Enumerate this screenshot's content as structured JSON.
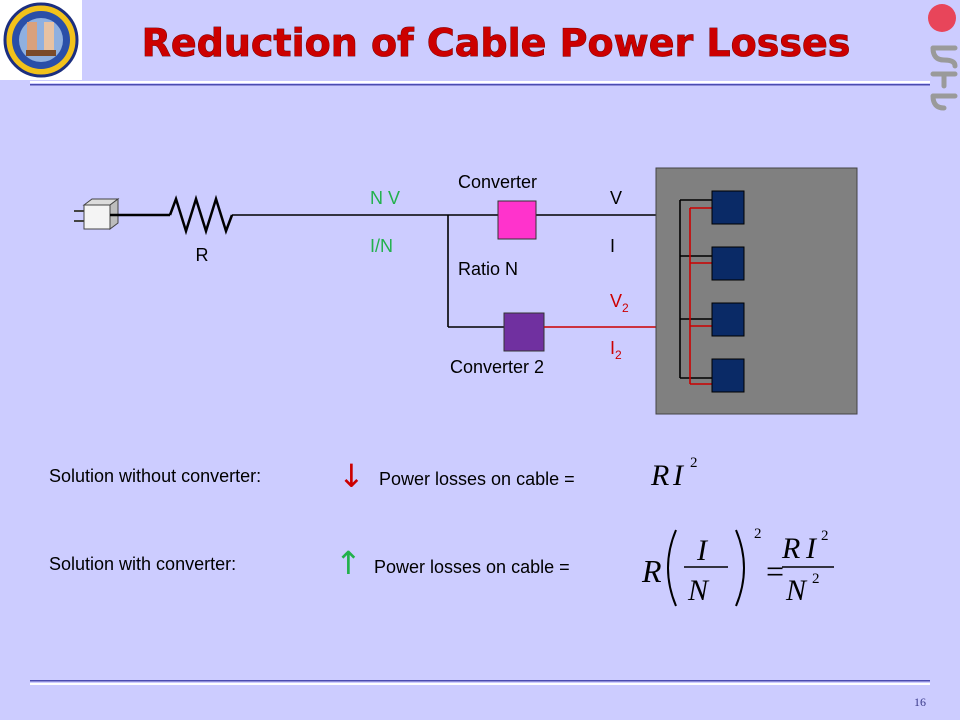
{
  "slide": {
    "title": "Reduction of Cable Power Losses",
    "page_number": "16",
    "colors": {
      "background": "#ccccff",
      "title": "#cc0000",
      "green": "#22b14c",
      "red": "#cc0000",
      "box": "#808080"
    }
  },
  "diagram": {
    "resistor_label": "R",
    "voltage_in": "N V",
    "current_in": "I/N",
    "converter_label": "Converter",
    "ratio_label": "Ratio N",
    "converter2_label": "Converter 2",
    "voltage_out": "V",
    "current_out": "I",
    "v2_main": "V",
    "v2_sub": "2",
    "i2_main": "I",
    "i2_sub": "2"
  },
  "solutions": {
    "without_label": "Solution without converter:",
    "without_arrow": "↓",
    "without_text": "Power losses on cable =",
    "without_formula": {
      "R": "R",
      "I": "I",
      "exp": "2"
    },
    "with_label": "Solution with converter:",
    "with_arrow": "↑",
    "with_text": "Power losses on cable =",
    "with_formula": {
      "R": "R",
      "I": "I",
      "N": "N",
      "exp": "2",
      "equals": "="
    }
  },
  "icons": [
    "university-seal-icon",
    "plug-icon",
    "resistor-icon",
    "ntnu-logo-icon"
  ]
}
